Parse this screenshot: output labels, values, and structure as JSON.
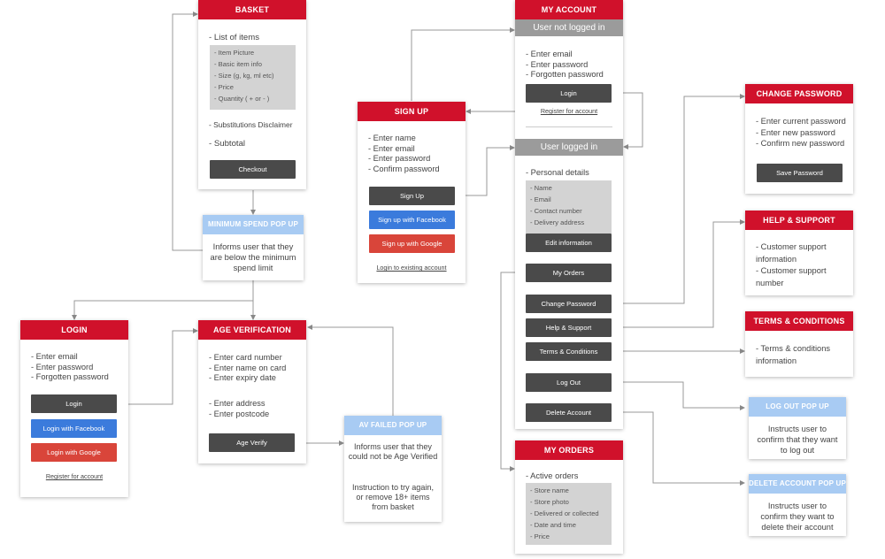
{
  "basket": {
    "title": "BASKET",
    "section": "- List of items",
    "items": [
      "- Item Picture",
      "- Basic item info",
      "- Size (g, kg, ml etc)",
      "- Price",
      "- Quantity ( + or - )"
    ],
    "disclaimer": "- Substitutions Disclaimer",
    "subtotal": "- Subtotal",
    "checkout": "Checkout"
  },
  "min_spend": {
    "title": "MINIMUM SPEND POP UP",
    "body": "Informs user that they are below the minimum spend limit"
  },
  "login": {
    "title": "LOGIN",
    "body": "- Enter email\n- Enter password\n- Forgotten password",
    "login_btn": "Login",
    "facebook_btn": "Login with Facebook",
    "google_btn": "Login with Google",
    "register_link": "Register for account"
  },
  "age": {
    "title": "AGE VERIFICATION",
    "body1": "- Enter card number\n- Enter name on card\n- Enter expiry date",
    "body2": "- Enter address\n- Enter postcode",
    "verify_btn": "Age Verify"
  },
  "av_failed": {
    "title": "AV FAILED POP UP",
    "body1": "Informs user that they could not be Age Verified",
    "body2": "Instruction to try again, or remove 18+ items from basket"
  },
  "signup": {
    "title": "SIGN UP",
    "body": "- Enter name\n- Enter email\n- Enter password\n- Confirm password",
    "signup_btn": "Sign Up",
    "facebook_btn": "Sign up with Facebook",
    "google_btn": "Sign up with Google",
    "login_link": "Login to existing account"
  },
  "account": {
    "title": "MY ACCOUNT",
    "not_logged": "User not logged in",
    "not_logged_body": "- Enter email\n- Enter password\n- Forgotten password",
    "login_btn": "Login",
    "register_link": "Register for account",
    "logged": "User logged in",
    "details_label": "- Personal details",
    "details": [
      "- Name",
      "- Email",
      "- Contact number",
      "- Delivery address"
    ],
    "edit_btn": "Edit information",
    "orders_btn": "My Orders",
    "change_pw_btn": "Change Password",
    "help_btn": "Help & Support",
    "terms_btn": "Terms & Conditions",
    "logout_btn": "Log Out",
    "delete_btn": "Delete Account"
  },
  "orders": {
    "title": "MY ORDERS",
    "label": "- Active orders",
    "items": [
      "- Store name",
      "- Store photo",
      "- Delivered or collected",
      "- Date and time",
      "- Price"
    ]
  },
  "change_pw": {
    "title": "CHANGE PASSWORD",
    "body": "- Enter current password\n- Enter new password\n- Confirm new password",
    "save_btn": "Save Password"
  },
  "help": {
    "title": "HELP & SUPPORT",
    "body": "- Customer support information\n- Customer support number"
  },
  "terms": {
    "title": "TERMS & CONDITIONS",
    "body": "- Terms & conditions information"
  },
  "logout_pop": {
    "title": "LOG OUT POP UP",
    "body": "Instructs user to confirm that they want to log out"
  },
  "delete_pop": {
    "title": "DELETE ACCOUNT POP UP",
    "body": "Instructs user to confirm they want to delete their account"
  },
  "colors": {
    "header_red": "#d0112b",
    "popup_blue": "#a8cbf3",
    "button_dark": "#4a4a4a",
    "facebook_blue": "#3b7bdc",
    "google_red": "#d9453a",
    "list_grey": "#d3d3d3"
  }
}
